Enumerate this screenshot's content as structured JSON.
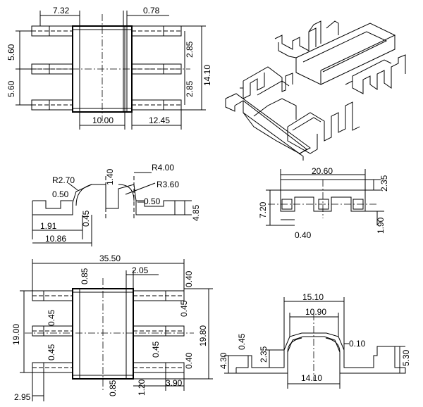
{
  "top_view": {
    "d_width": "7.32",
    "d_gap": "0.78",
    "d_pitch_top": "5.60",
    "d_pitch_bottom": "5.60",
    "d_half_top": "2.85",
    "d_half_bottom": "2.85",
    "d_height": "14.10",
    "d_core": "10.00",
    "d_pin": "12.45"
  },
  "side_view": {
    "r_small": "R2.70",
    "r_big": "R4.00",
    "r_mid": "R3.60",
    "d_step_left": "0.50",
    "d_step_right": "0.50",
    "d_vertical": "1.40",
    "d_pin_thk": "0.45",
    "d_height": "4.85",
    "d_offset": "1.91",
    "d_width": "10.86"
  },
  "end_view": {
    "d_width": "20.60",
    "d_top": "2.35",
    "d_height": "7.20",
    "d_slot": "1.90",
    "d_wall": "0.40"
  },
  "bottom_view": {
    "d_width": "35.50",
    "d_wall_top": "0.85",
    "d_gap": "2.05",
    "d_pin_top": "0.40",
    "d_pin_right": "0.45",
    "d_pin_a": "0.45",
    "d_pin_b": "0.45",
    "d_pin_c": "0.45",
    "d_height_left": "19.00",
    "d_height_right": "19.80",
    "d_pin_bottom": "0.40",
    "d_offset_left": "2.95",
    "d_wall_bottom": "0.85",
    "d_pin_w": "1.20",
    "d_pin_len": "3.90"
  },
  "front_view": {
    "d_top": "15.10",
    "d_inner": "10.90",
    "d_left_h": "4.30",
    "d_thk": "0.45",
    "d_step": "2.35",
    "d_thin": "0.10",
    "d_height": "5.30",
    "d_bottom": "14.10"
  }
}
